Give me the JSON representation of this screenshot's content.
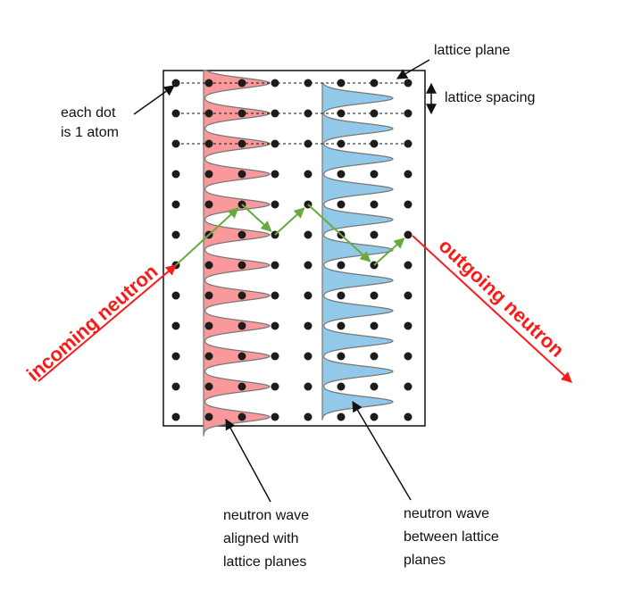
{
  "labels": {
    "lattice_plane": "lattice plane",
    "lattice_spacing": "lattice spacing",
    "each_dot_line1": "each dot",
    "each_dot_line2": "is 1 atom",
    "incoming": "incoming neutron",
    "outgoing": "outgoing neutron",
    "wave_aligned_line1": "neutron wave",
    "wave_aligned_line2": "aligned with",
    "wave_aligned_line3": "lattice planes",
    "wave_between_line1": "neutron wave",
    "wave_between_line2": "between lattice",
    "wave_between_line3": "planes"
  },
  "colors": {
    "aligned_wave": "#f9999c",
    "between_wave": "#93c9e8",
    "path": "#6aaa3c",
    "neutron": "#ff1a1a",
    "dot": "#1c1c1c"
  }
}
